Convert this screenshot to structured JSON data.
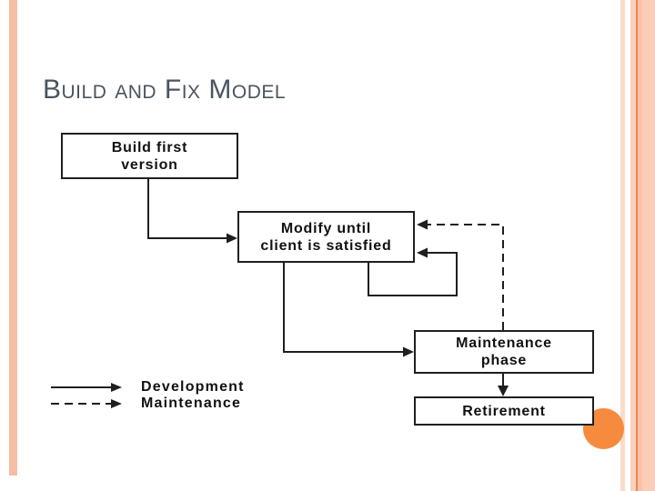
{
  "slide": {
    "title": "Build and Fix Model"
  },
  "diagram": {
    "boxes": {
      "build": {
        "line1": "Build first",
        "line2": "version"
      },
      "modify": {
        "line1": "Modify until",
        "line2": "client is satisfied"
      },
      "maintenance": {
        "line1": "Maintenance",
        "line2": "phase"
      },
      "retirement": {
        "line1": "Retirement"
      }
    },
    "legend": {
      "development": "Development",
      "maintenance": "Maintenance"
    }
  },
  "colors": {
    "title_text": "#4b545f",
    "left_stripe": "#f6bda4",
    "right_stripe_dark": "#e18a58",
    "right_stripe_light": "#fbcdb9",
    "accent_circle": "#f68b3f",
    "diagram_line": "#1f1f1f",
    "box_background": "#ffffff"
  }
}
